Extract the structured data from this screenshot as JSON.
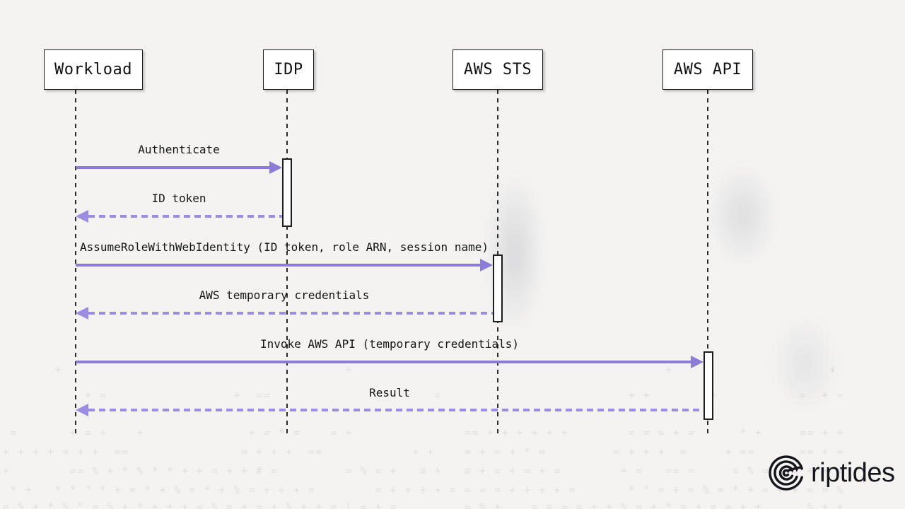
{
  "diagram": {
    "type": "sequence",
    "actors": [
      {
        "name": "Workload"
      },
      {
        "name": "IDP"
      },
      {
        "name": "AWS STS"
      },
      {
        "name": "AWS API"
      }
    ],
    "messages": [
      {
        "label": "Authenticate",
        "from": "Workload",
        "to": "IDP",
        "style": "solid"
      },
      {
        "label": "ID token",
        "from": "IDP",
        "to": "Workload",
        "style": "dashed"
      },
      {
        "label": "AssumeRoleWithWebIdentity (ID token, role ARN, session name)",
        "from": "Workload",
        "to": "AWS STS",
        "style": "solid"
      },
      {
        "label": "AWS temporary credentials",
        "from": "AWS STS",
        "to": "Workload",
        "style": "dashed"
      },
      {
        "label": "Invoke AWS API (temporary credentials)",
        "from": "Workload",
        "to": "AWS API",
        "style": "solid"
      },
      {
        "label": "Result",
        "from": "AWS API",
        "to": "Workload",
        "style": "dashed"
      }
    ],
    "colors": {
      "background": "#f4f3f2",
      "solid_arrow": "#8d7bda",
      "dashed_arrow": "#9c8ce4",
      "lifeline": "#2b2b2b",
      "box_border": "#1a1a1a",
      "box_fill": "#ffffff",
      "text": "#141414",
      "texture": "#e0dfdc"
    }
  },
  "branding": {
    "logo_text": "riptides",
    "logo_icon": "riptides-swirl-icon",
    "logo_color": "#16161e"
  },
  "texture": {
    "rows": [
      "       +                                      +                                          +                     +",
      "           + =                 +  ==                  =   =                         + +        +           =  + =",
      " =       + = +    +              + = * =    = +               == + + + + + +        = = = + =      * +     == + +",
      "+ + + + = + +  ==               = + + +  ==            + +    = + = + * =         = + + +  =     + ==      == + =",
      "+        == % + * % * * + + = + + # =         = % = +   ≡ +   ≡ + = + = + =        + =   == =     = % = + = + + =",
      " * +   * * ° * + = * + % = * + % = + + + =        = + + + + = = = = + + + + =       * ° = + = % = * + = + + = = %",
      "= % + * % ° = % + * + + + = % = + = + % + + = [ = + =         = % +    = ≡ = = + + % = + * = + = = + +      % + +"
    ]
  }
}
